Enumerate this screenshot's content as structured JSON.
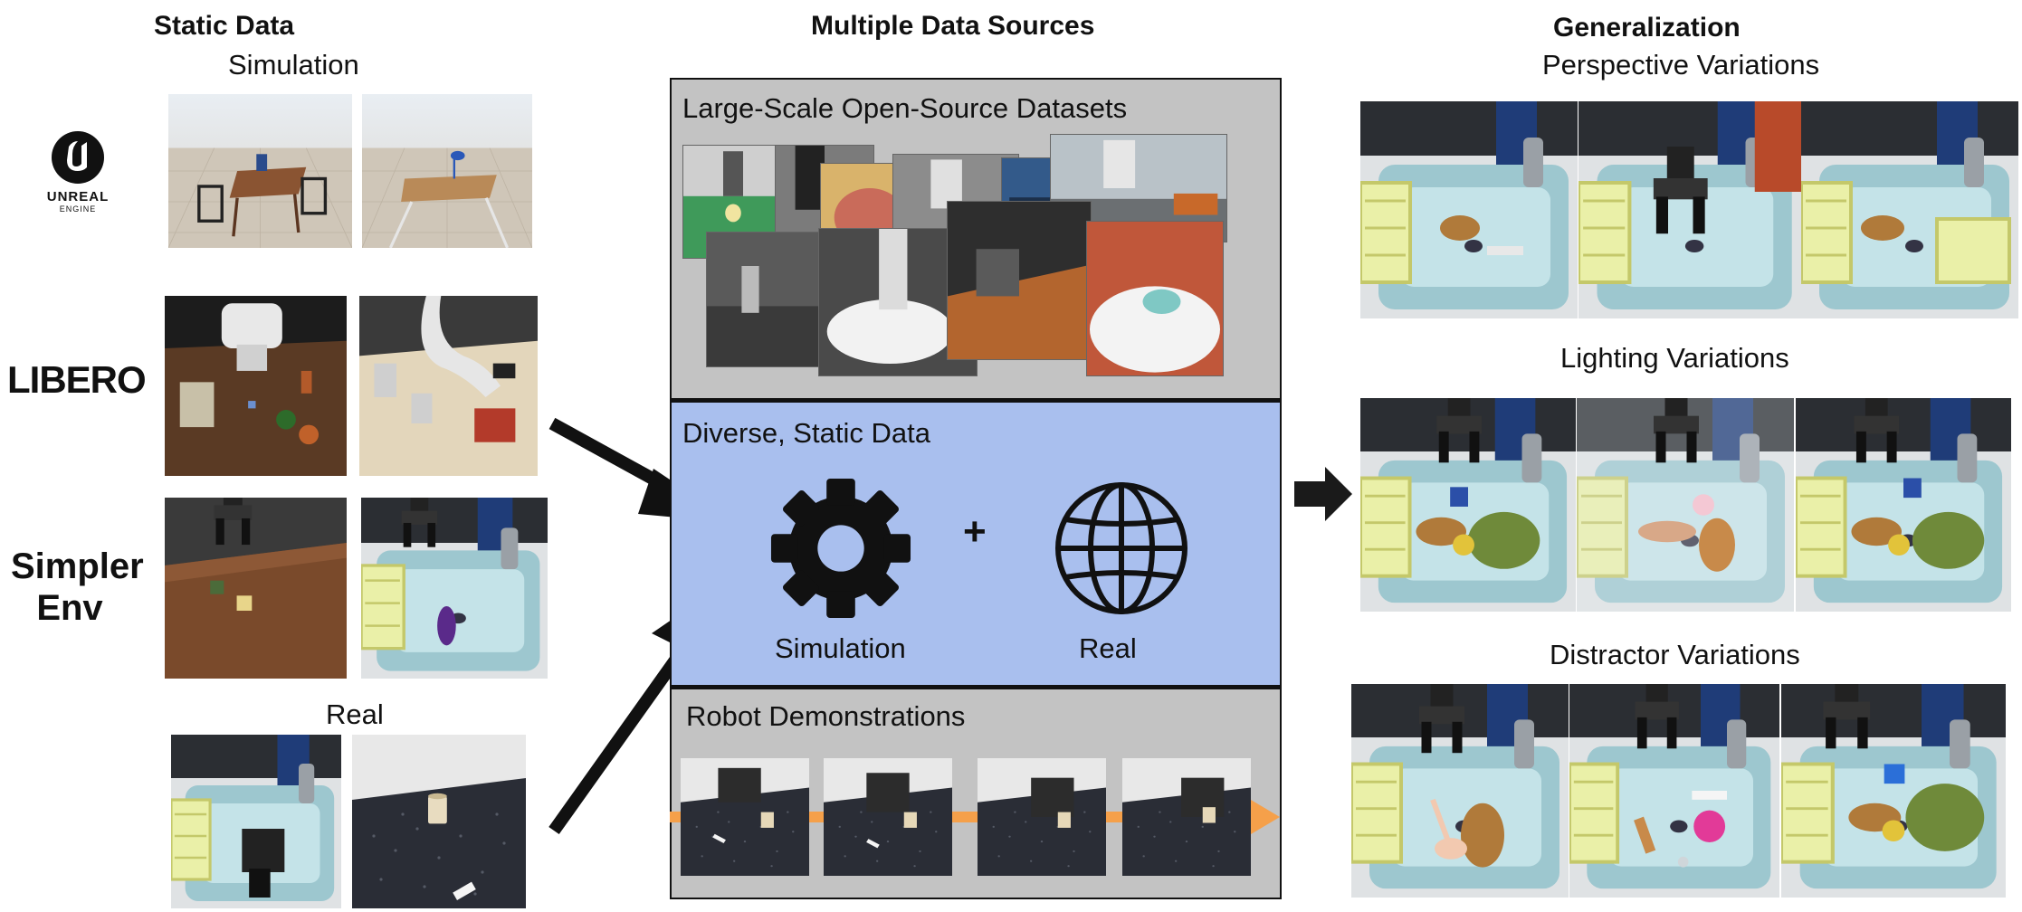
{
  "left": {
    "heading": "Static Data",
    "simulation_label": "Simulation",
    "real_label": "Real",
    "logos": {
      "unreal_text": "UNREAL",
      "unreal_sub": "ENGINE",
      "libero": "LIBERO",
      "simpler_line1": "Simpler",
      "simpler_line2": "Env"
    }
  },
  "center": {
    "heading": "Multiple Data Sources",
    "top_panel_label": "Large-Scale Open-Source Datasets",
    "mid_panel_label": "Diverse, Static Data",
    "plus": "+",
    "sim_label": "Simulation",
    "real_label": "Real",
    "bottom_panel_label": "Robot Demonstrations",
    "icons": [
      "gear-icon",
      "globe-icon",
      "arrow-right-icon"
    ],
    "colors": {
      "sim_panel": "#a9bfee",
      "dataset_panel": "#c3c3c3",
      "timeline_arrow": "#f5a04a"
    }
  },
  "right": {
    "heading": "Generalization",
    "perspective_label": "Perspective Variations",
    "lighting_label": "Lighting Variations",
    "distractor_label": "Distractor Variations"
  }
}
